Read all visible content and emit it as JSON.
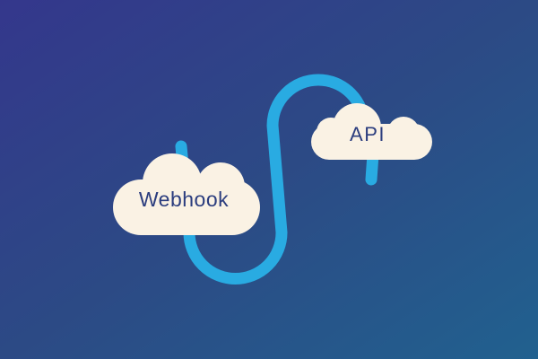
{
  "illustration": {
    "title": "Webhook to API connection illustration",
    "background": {
      "gradient_start": "#34378c",
      "gradient_mid": "#2c4a85",
      "gradient_end": "#21618f"
    },
    "cable": {
      "color": "#29abe2",
      "name": "s-curve-cable"
    },
    "cloud_color": "#faf2e4",
    "label_color": "#2b3d7e",
    "clouds": [
      {
        "id": "webhook",
        "label": "Webhook"
      },
      {
        "id": "api",
        "label": "API"
      }
    ]
  }
}
